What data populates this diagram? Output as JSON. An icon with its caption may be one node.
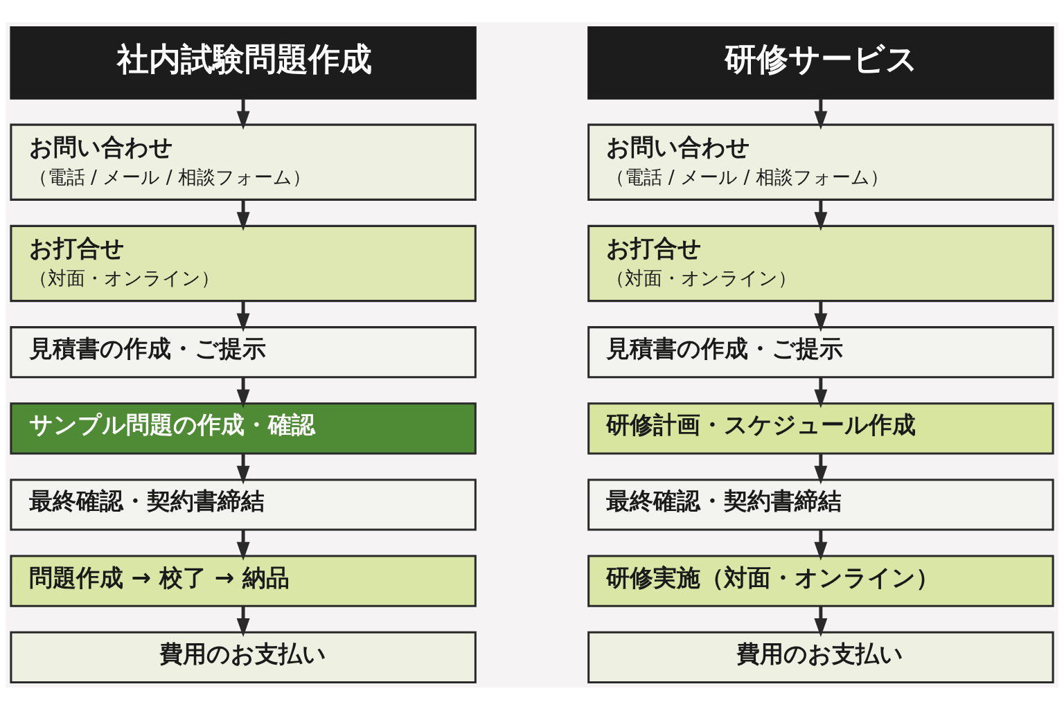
{
  "diagram": {
    "nodes": [
      {
        "text": [
          "社内試験問題作成"
        ]
      },
      {
        "text": [
          "お問い合わせ",
          "（電話 / メール / 相談フォーム）"
        ]
      },
      {
        "text": [
          "お打合せ",
          "（対面・オンライン）"
        ]
      },
      {
        "text": [
          "見積書の作成・ご提示"
        ]
      },
      {
        "text": [
          "サンプル問題の作成・確認"
        ]
      },
      {
        "text": [
          "最終確認・契約書締結"
        ]
      },
      {
        "text": [
          "問題作成 → 校了 → 納品"
        ]
      },
      {
        "text": [
          "費用のお支払い"
        ]
      },
      {
        "text": [
          "研修サービス"
        ]
      },
      {
        "text": [
          "お問い合わせ",
          "（電話 / メール / 相談フォーム）"
        ]
      },
      {
        "text": [
          "お打合せ",
          "（対面・オンライン）"
        ]
      },
      {
        "text": [
          "見積書の作成・ご提示"
        ]
      },
      {
        "text": [
          "研修計画・スケジュール作成"
        ]
      },
      {
        "text": [
          "最終確認・契約書締結"
        ]
      },
      {
        "text": [
          "研修実施（対面・オンライン）"
        ]
      },
      {
        "text": [
          "費用のお支払い"
        ]
      }
    ],
    "edges": [
      {
        "from": 0,
        "to": 1,
        "arrow": "to"
      },
      {
        "from": 1,
        "to": 2,
        "arrow": "to"
      },
      {
        "from": 2,
        "to": 3,
        "arrow": "to"
      },
      {
        "from": 3,
        "to": 4,
        "arrow": "to"
      },
      {
        "from": 4,
        "to": 5,
        "arrow": "to"
      },
      {
        "from": 5,
        "to": 6,
        "arrow": "to"
      },
      {
        "from": 6,
        "to": 7,
        "arrow": "to"
      },
      {
        "from": 8,
        "to": 9,
        "arrow": "to"
      },
      {
        "from": 9,
        "to": 10,
        "arrow": "to"
      },
      {
        "from": 10,
        "to": 11,
        "arrow": "to"
      },
      {
        "from": 11,
        "to": 12,
        "arrow": "to"
      },
      {
        "from": 12,
        "to": 13,
        "arrow": "to"
      },
      {
        "from": 13,
        "to": 14,
        "arrow": "to"
      },
      {
        "from": 14,
        "to": 15,
        "arrow": "to"
      }
    ]
  }
}
